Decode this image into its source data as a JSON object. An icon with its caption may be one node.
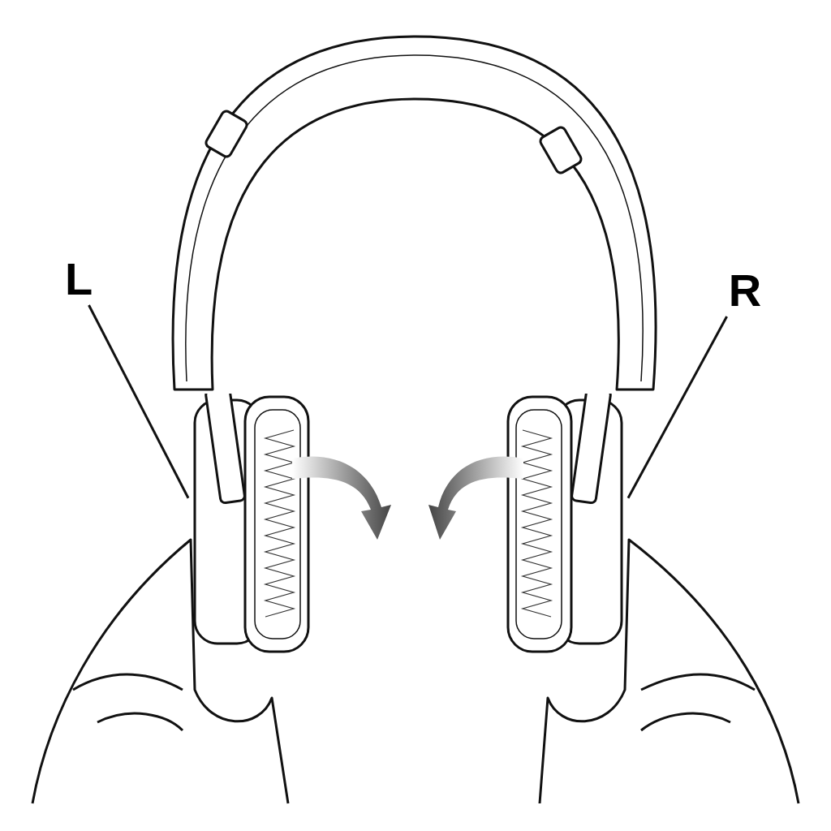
{
  "diagram": {
    "nodes": [
      {
        "text": [
          "L"
        ]
      },
      {
        "text": [],
        "shape": "picture"
      },
      {
        "text": [
          "R"
        ]
      },
      {
        "text": [],
        "shape": "picture"
      }
    ],
    "edges": [
      {
        "from": 0,
        "to": 1,
        "arrow": "none"
      },
      {
        "from": 2,
        "to": 3,
        "arrow": "none"
      }
    ]
  }
}
